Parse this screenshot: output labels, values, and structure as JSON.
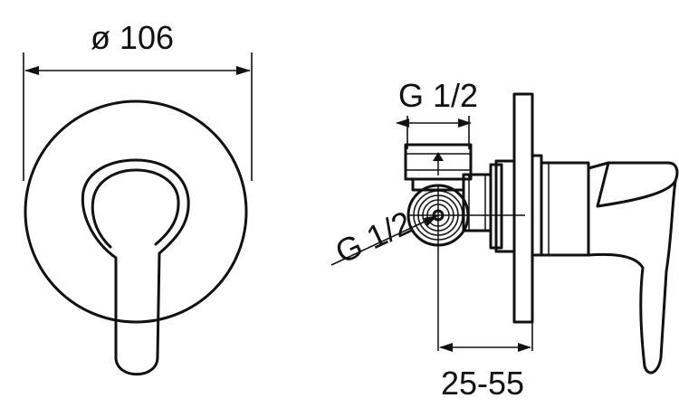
{
  "front_view": {
    "diameter_label": "ø 106"
  },
  "side_view": {
    "thread_top_label": "G 1/2",
    "thread_side_label": "G 1/2",
    "depth_range_label": "25-55"
  }
}
